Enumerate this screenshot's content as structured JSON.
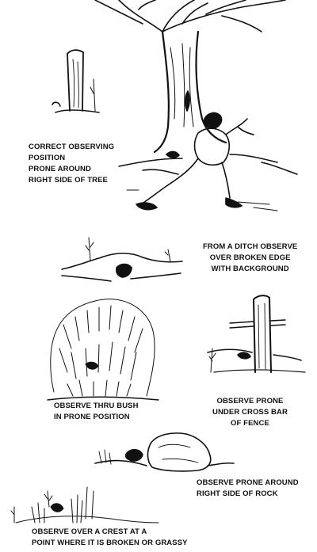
{
  "captions": {
    "tree": [
      "CORRECT OBSERVING",
      "POSITION",
      "PRONE AROUND",
      "RIGHT SIDE OF TREE"
    ],
    "ditch": [
      "FROM A DITCH OBSERVE",
      "OVER BROKEN EDGE",
      "WITH BACKGROUND"
    ],
    "bush": [
      "OBSERVE THRU BUSH",
      "IN PRONE POSITION"
    ],
    "fence": [
      "OBSERVE PRONE",
      "UNDER CROSS BAR",
      "OF FENCE"
    ],
    "rock": [
      "OBSERVE PRONE AROUND",
      "RIGHT SIDE OF ROCK"
    ],
    "crest": [
      "OBSERVE OVER A CREST AT A",
      "POINT WHERE IT IS BROKEN OR GRASSY"
    ]
  },
  "colors": {
    "ink": "#111111",
    "paper": "#ffffff"
  }
}
